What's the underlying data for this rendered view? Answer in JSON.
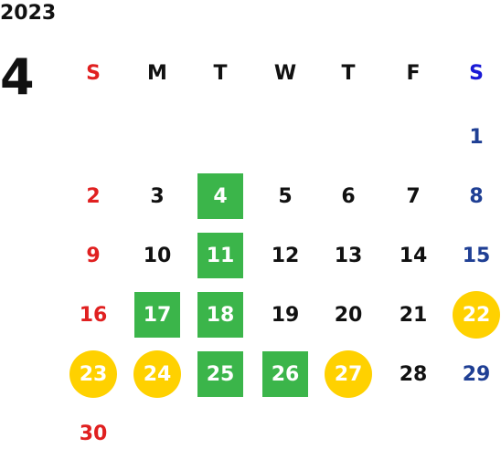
{
  "year": "2023",
  "month": "4",
  "weekdays": [
    "S",
    "M",
    "T",
    "W",
    "T",
    "F",
    "S"
  ],
  "weeks": [
    [
      "",
      "",
      "",
      "",
      "",
      "",
      "1"
    ],
    [
      "2",
      "3",
      "4",
      "5",
      "6",
      "7",
      "8"
    ],
    [
      "9",
      "10",
      "11",
      "12",
      "13",
      "14",
      "15"
    ],
    [
      "16",
      "17",
      "18",
      "19",
      "20",
      "21",
      "22"
    ],
    [
      "23",
      "24",
      "25",
      "26",
      "27",
      "28",
      "29"
    ],
    [
      "30",
      "",
      "",
      "",
      "",
      "",
      ""
    ]
  ],
  "highlights": {
    "green": [
      "4",
      "11",
      "17",
      "18",
      "25",
      "26"
    ],
    "yellow": [
      "22",
      "23",
      "24",
      "27"
    ]
  },
  "colors": {
    "sunday": "#e02020",
    "saturday": "#1f3f94",
    "saturday_header": "#1a1ad6",
    "green": "#3bb54a",
    "yellow": "#ffd100"
  }
}
